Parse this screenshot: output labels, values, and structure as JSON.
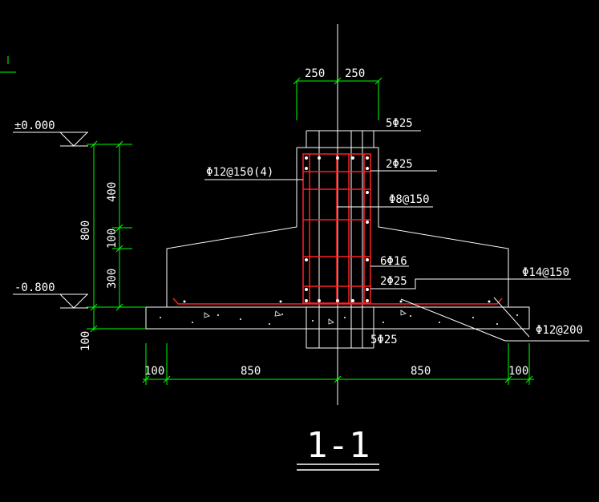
{
  "colors": {
    "background": "#000000",
    "outline": "#ffffff",
    "dimension": "#00ff00",
    "rebar": "#ff2020",
    "leader": "#ffffff"
  },
  "title": "1-1",
  "levels": {
    "top": "±0.000",
    "bottom": "-0.800"
  },
  "dimensions": {
    "col_left": "250",
    "col_right": "250",
    "v_400": "400",
    "v_100": "100",
    "v_300": "300",
    "v_800": "800",
    "v_100_bottom": "100",
    "h_100_left": "100",
    "h_850_left": "850",
    "h_850_right": "850",
    "h_100_right": "100"
  },
  "rebar_labels": {
    "top_5": "5Φ25",
    "top_2": "2Φ25",
    "stirrup_col": "Φ12@150(4)",
    "stirrup_8": "Φ8@150",
    "side_6": "6Φ16",
    "mid_2": "2Φ25",
    "slab_14": "Φ14@150",
    "bottom_5": "5Φ25",
    "slab_12": "Φ12@200"
  }
}
